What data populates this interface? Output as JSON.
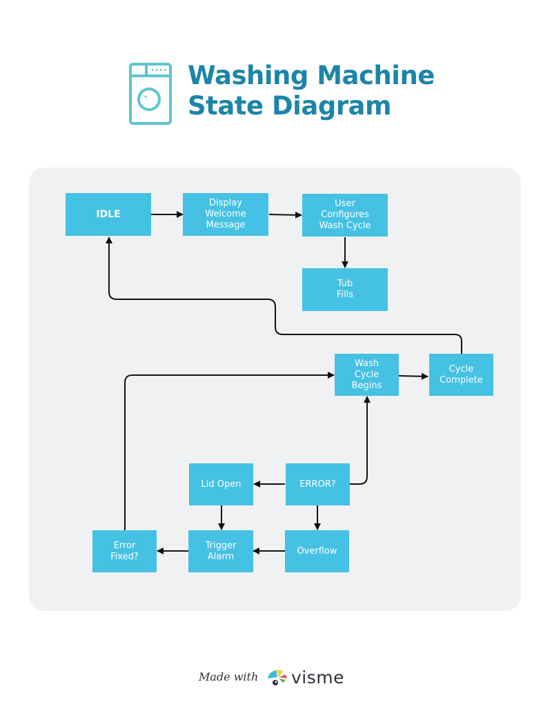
{
  "header": {
    "title_line1": "Washing Machine",
    "title_line2": "State Diagram",
    "icon": "washing-machine-icon",
    "title_color": "#1c85a8"
  },
  "diagram": {
    "node_color": "#45c1e3",
    "panel_color": "#f0f1f3",
    "nodes": {
      "idle": "IDLE",
      "display_welcome": "Display\nWelcome\nMessage",
      "user_configures": "User\nConfigures\nWash Cycle",
      "tub_fills": "Tub\nFills",
      "wash_cycle_begins": "Wash\nCycle\nBegins",
      "cycle_complete": "Cycle\nComplete",
      "lid_open": "Lid Open",
      "error": "ERROR?",
      "error_fixed": "Error\nFixed?",
      "trigger_alarm": "Trigger\nAlarm",
      "overflow": "Overflow"
    },
    "edges": [
      {
        "from": "IDLE",
        "to": "Display Welcome Message"
      },
      {
        "from": "Display Welcome Message",
        "to": "User Configures Wash Cycle"
      },
      {
        "from": "User Configures Wash Cycle",
        "to": "Tub Fills"
      },
      {
        "from": "Cycle Complete",
        "to": "IDLE"
      },
      {
        "from": "Wash Cycle Begins",
        "to": "Cycle Complete"
      },
      {
        "from": "Error Fixed?",
        "to": "Wash Cycle Begins"
      },
      {
        "from": "ERROR?",
        "to": "Wash Cycle Begins"
      },
      {
        "from": "ERROR?",
        "to": "Lid Open"
      },
      {
        "from": "ERROR?",
        "to": "Overflow"
      },
      {
        "from": "Lid Open",
        "to": "Trigger Alarm"
      },
      {
        "from": "Overflow",
        "to": "Trigger Alarm"
      },
      {
        "from": "Trigger Alarm",
        "to": "Error Fixed?"
      }
    ]
  },
  "footer": {
    "made_with": "Made with",
    "brand": "visme"
  }
}
